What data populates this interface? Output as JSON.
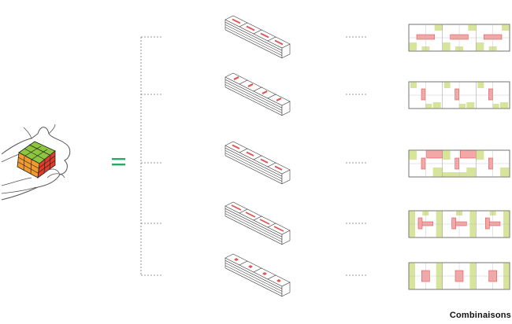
{
  "caption": "Combinaisons",
  "colors": {
    "green_light": "#d6e59b",
    "red_light": "#f3a7a7",
    "red_mark": "#e25555",
    "equals": "#2aa86a",
    "line": "#777777",
    "cube_green": "#8cc63f",
    "cube_orange": "#f29a2e",
    "cube_red": "#e23b2a"
  },
  "icons": [
    "hand-holding-cube-icon",
    "equals-sign-icon"
  ],
  "rows": [
    {
      "name": "combination-1"
    },
    {
      "name": "combination-2"
    },
    {
      "name": "combination-3"
    },
    {
      "name": "combination-4"
    },
    {
      "name": "combination-5"
    }
  ]
}
